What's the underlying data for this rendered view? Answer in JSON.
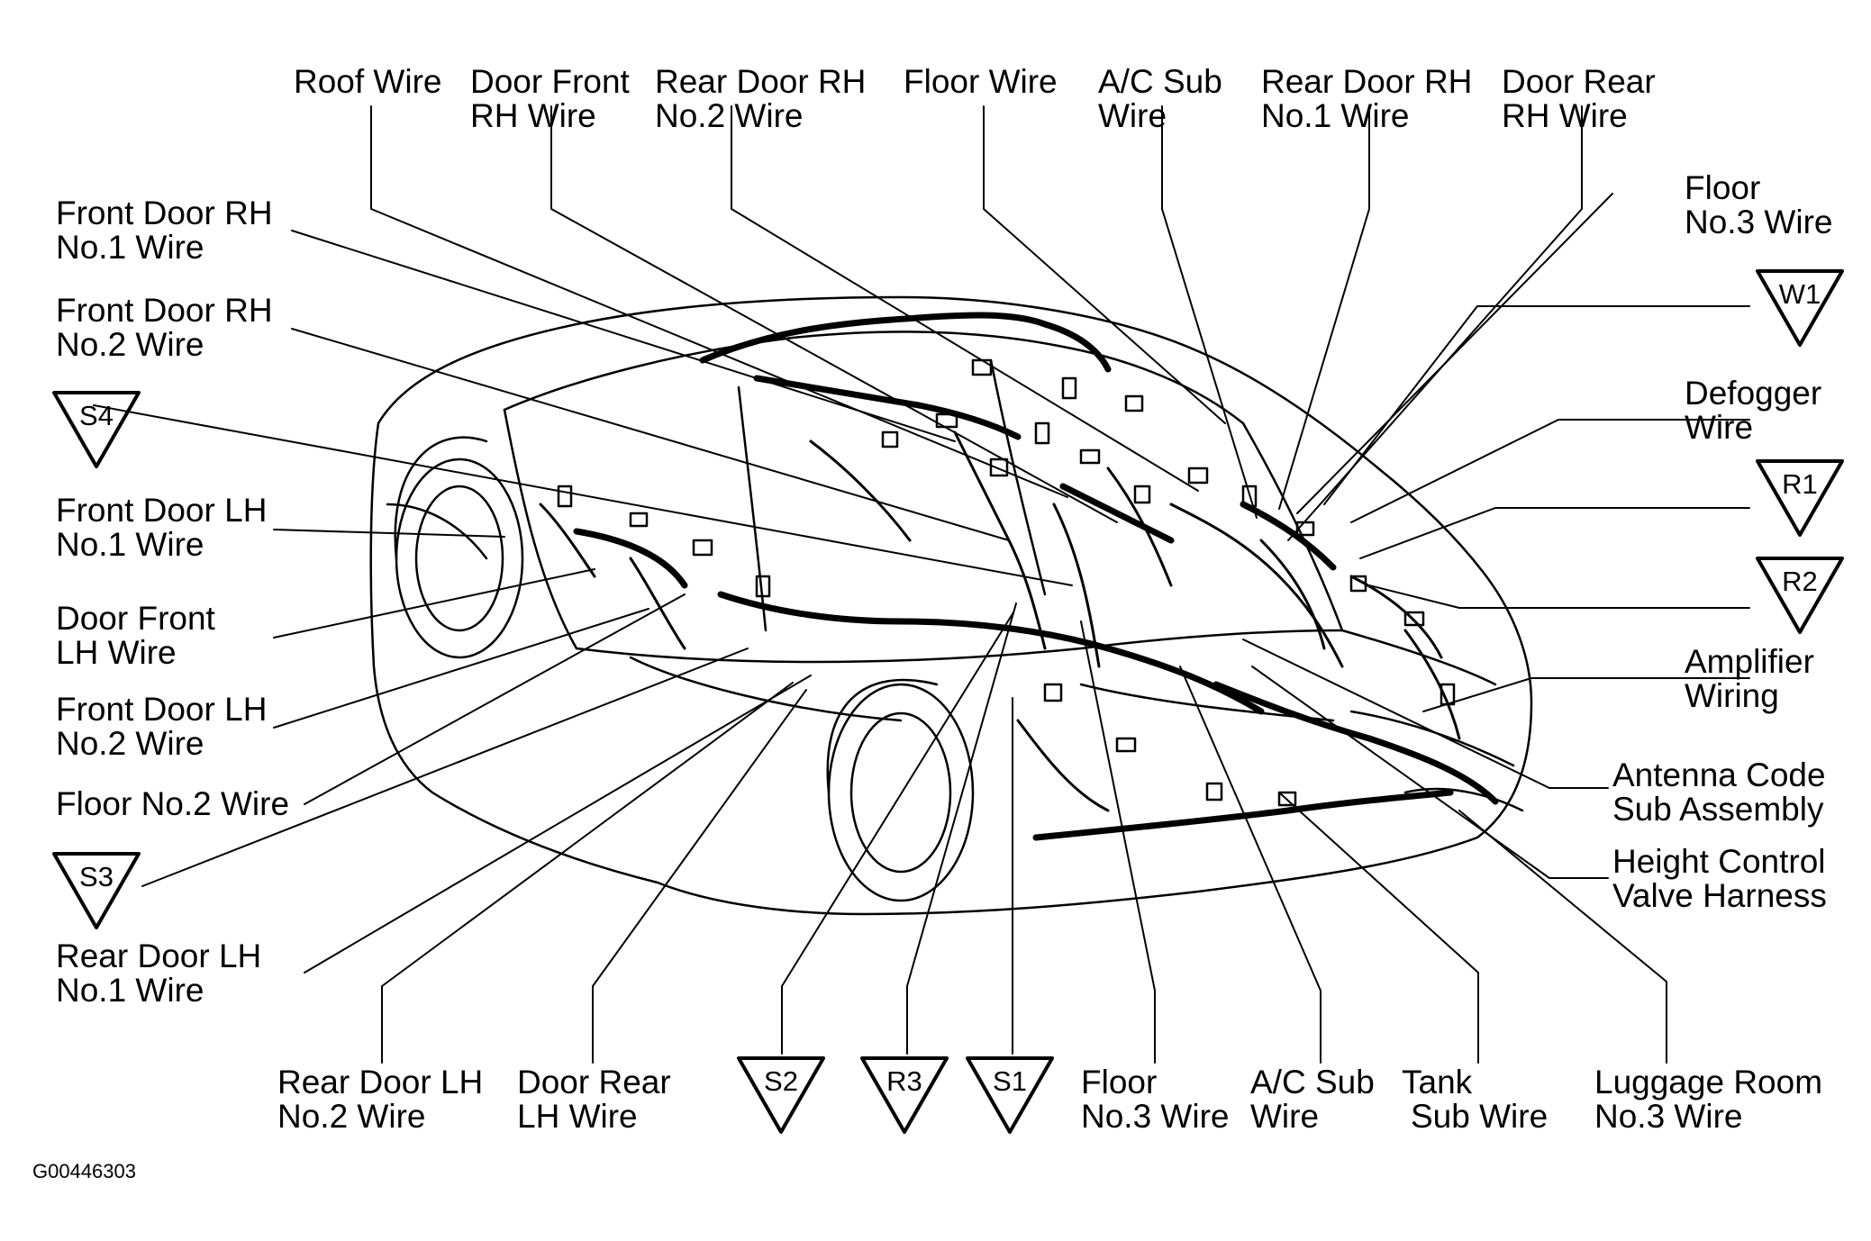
{
  "labels": {
    "roof_wire": [
      "Roof Wire"
    ],
    "door_front_rh_wire": [
      "Door Front",
      "RH Wire"
    ],
    "rear_door_rh_no2_wire": [
      "Rear Door RH",
      "No.2 Wire"
    ],
    "floor_wire": [
      "Floor Wire"
    ],
    "ac_sub_wire_top": [
      "A/C Sub",
      "Wire"
    ],
    "rear_door_rh_no1_wire": [
      "Rear Door RH",
      "No.1 Wire"
    ],
    "door_rear_rh_wire": [
      "Door Rear",
      "RH Wire"
    ],
    "front_door_rh_no1_wire": [
      "Front Door RH",
      "No.1 Wire"
    ],
    "front_door_rh_no2_wire": [
      "Front Door RH",
      "No.2 Wire"
    ],
    "front_door_lh_no1_wire": [
      "Front Door LH",
      "No.1 Wire"
    ],
    "door_front_lh_wire": [
      "Door Front",
      "LH Wire"
    ],
    "front_door_lh_no2_wire": [
      "Front Door LH",
      "No.2 Wire"
    ],
    "floor_no2_wire": [
      "Floor No.2 Wire"
    ],
    "rear_door_lh_no1_wire": [
      "Rear Door LH",
      "No.1 Wire"
    ],
    "floor_no3_wire_top": [
      "Floor",
      "No.3 Wire"
    ],
    "defogger_wire": [
      "Defogger",
      "Wire"
    ],
    "amplifier_wiring": [
      "Amplifier",
      "Wiring"
    ],
    "antenna_code_sub_assembly": [
      "Antenna Code",
      "Sub Assembly"
    ],
    "height_control_valve_harness": [
      "Height Control",
      "Valve Harness"
    ],
    "rear_door_lh_no2_wire": [
      "Rear Door LH",
      "No.2 Wire"
    ],
    "door_rear_lh_wire": [
      "Door Rear",
      "LH Wire"
    ],
    "floor_no3_wire_bottom": [
      "Floor",
      "No.3 Wire"
    ],
    "ac_sub_wire_bottom": [
      "A/C Sub",
      "Wire"
    ],
    "tank_sub_wire": [
      "Tank",
      "Sub Wire"
    ],
    "luggage_room_no3_wire": [
      "Luggage Room",
      "No.3 Wire"
    ]
  },
  "markers": {
    "w1": "W1",
    "s4": "S4",
    "r1": "R1",
    "r2": "R2",
    "s3": "S3",
    "s2": "S2",
    "r3": "R3",
    "s1": "S1"
  },
  "figure_code": "G00446303",
  "colors": {
    "ink": "#000000",
    "paper": "#ffffff"
  }
}
